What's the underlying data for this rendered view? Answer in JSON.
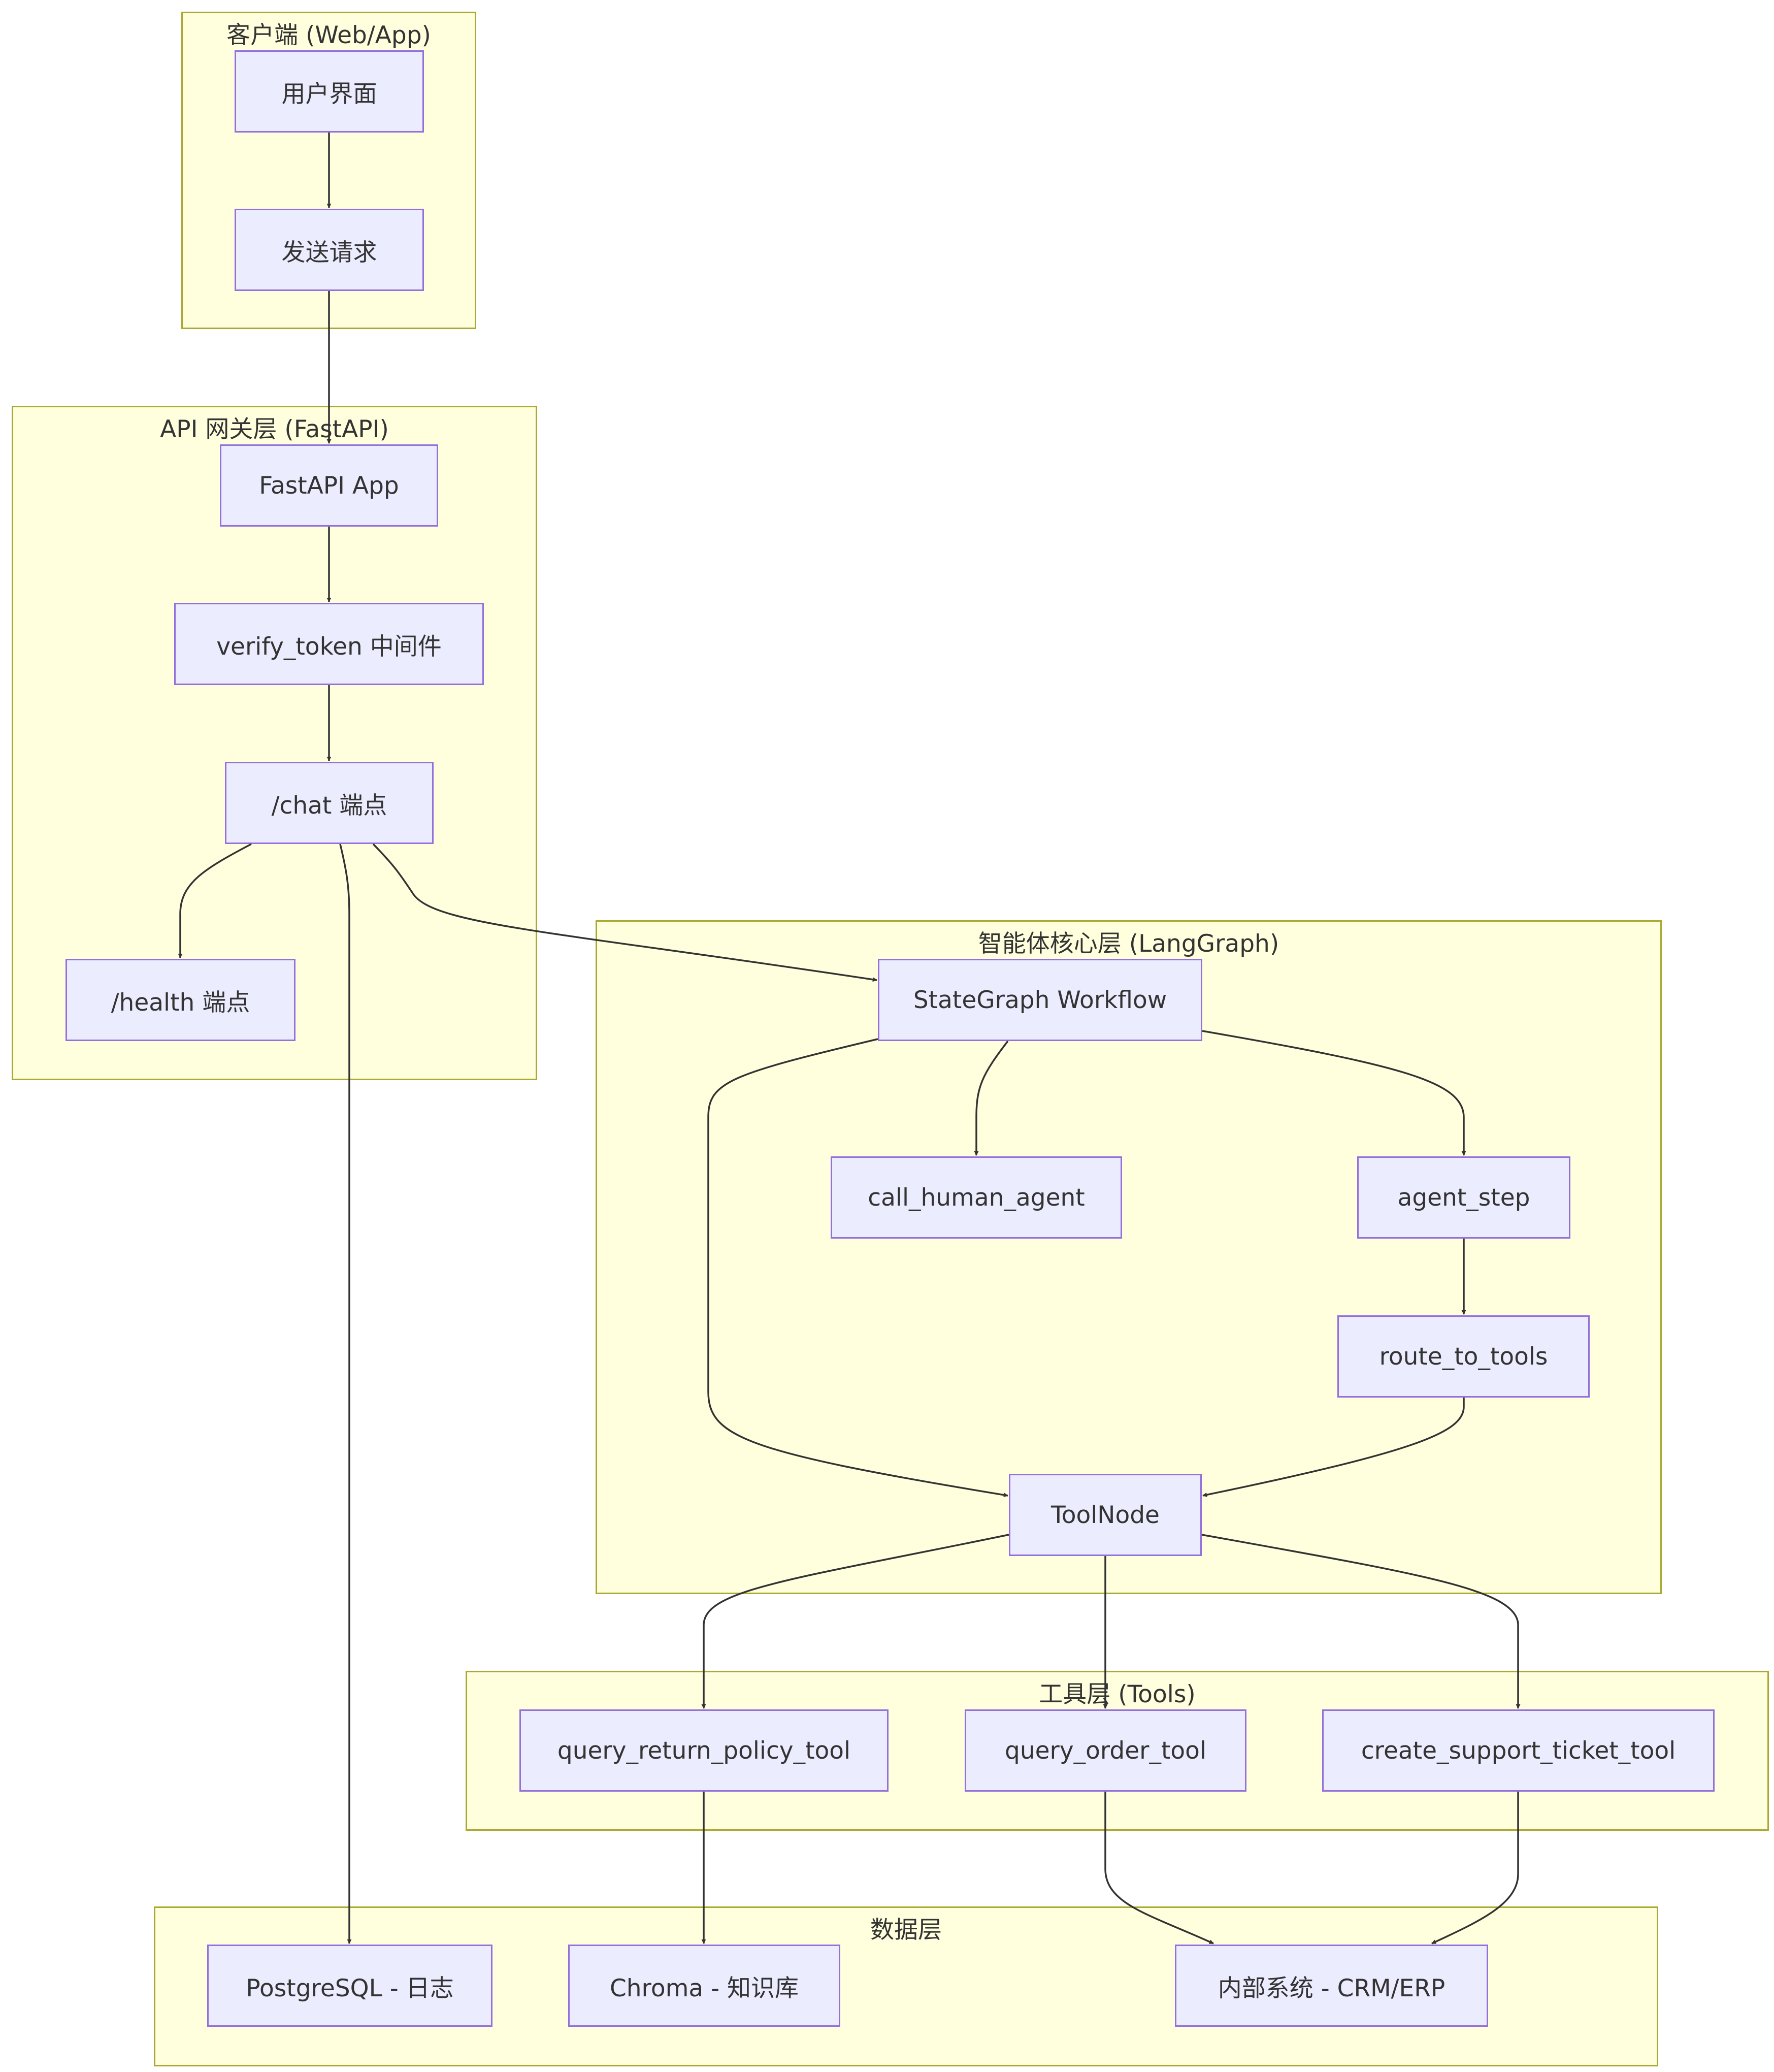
{
  "colors": {
    "group_fill": "#ffffde",
    "group_border": "#aaaa33",
    "node_fill": "#ececff",
    "node_border": "#9370db",
    "edge": "#333333",
    "text": "#333333"
  },
  "groups": {
    "client": "客户端 (Web/App)",
    "api": "API 网关层 (FastAPI)",
    "core": "智能体核心层 (LangGraph)",
    "tools": "工具层 (Tools)",
    "data": "数据层"
  },
  "nodes": {
    "ui": "用户界面",
    "send": "发送请求",
    "fastapi": "FastAPI App",
    "verify": "verify_token 中间件",
    "chat": "/chat 端点",
    "health": "/health 端点",
    "stategraph": "StateGraph Workflow",
    "human": "call_human_agent",
    "agent": "agent_step",
    "route": "route_to_tools",
    "toolnode": "ToolNode",
    "return_tool": "query_return_policy_tool",
    "order_tool": "query_order_tool",
    "ticket_tool": "create_support_ticket_tool",
    "postgres": "PostgreSQL - 日志",
    "chroma": "Chroma - 知识库",
    "internal": "内部系统 - CRM/ERP"
  },
  "edges": [
    {
      "from": "ui",
      "to": "send"
    },
    {
      "from": "send",
      "to": "fastapi"
    },
    {
      "from": "fastapi",
      "to": "verify"
    },
    {
      "from": "verify",
      "to": "chat"
    },
    {
      "from": "chat",
      "to": "health"
    },
    {
      "from": "chat",
      "to": "postgres"
    },
    {
      "from": "chat",
      "to": "stategraph"
    },
    {
      "from": "stategraph",
      "to": "toolnode"
    },
    {
      "from": "stategraph",
      "to": "human"
    },
    {
      "from": "stategraph",
      "to": "agent"
    },
    {
      "from": "agent",
      "to": "route"
    },
    {
      "from": "route",
      "to": "toolnode"
    },
    {
      "from": "toolnode",
      "to": "return_tool"
    },
    {
      "from": "toolnode",
      "to": "order_tool"
    },
    {
      "from": "toolnode",
      "to": "ticket_tool"
    },
    {
      "from": "return_tool",
      "to": "chroma"
    },
    {
      "from": "order_tool",
      "to": "internal"
    },
    {
      "from": "ticket_tool",
      "to": "internal"
    }
  ]
}
